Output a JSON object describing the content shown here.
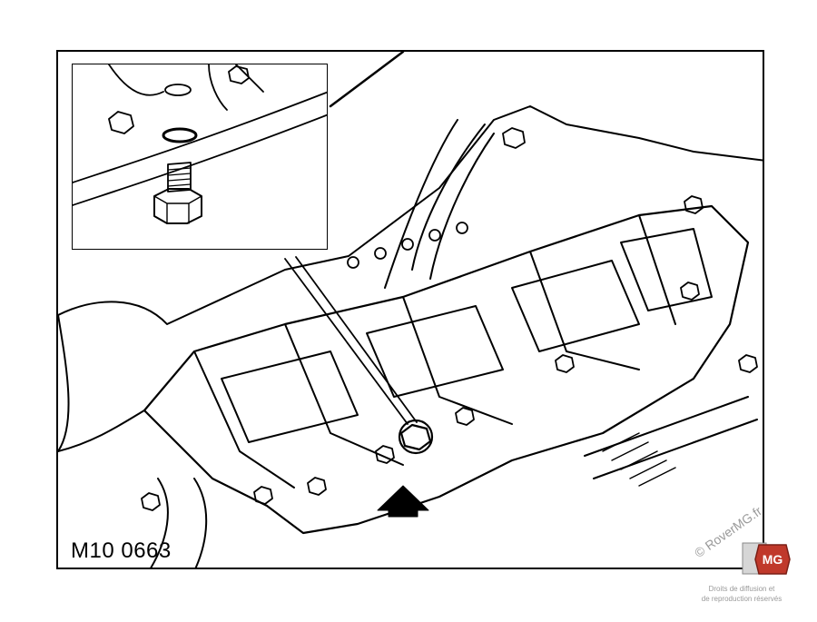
{
  "figure": {
    "reference_code": "M10 0663"
  },
  "watermark": {
    "site_text": "© RoverMG.fr",
    "logo_text": "MG",
    "rights_line_1": "Droits de diffusion et",
    "rights_line_2": "de reproduction réservés"
  },
  "colors": {
    "line": "#000000",
    "background": "#ffffff",
    "watermark": "#9a9a9a",
    "logo_red": "#c0392b"
  },
  "icons": {
    "arrow": "up-arrow-icon",
    "plug": "drain-plug-icon",
    "washer": "sealing-washer-icon"
  }
}
